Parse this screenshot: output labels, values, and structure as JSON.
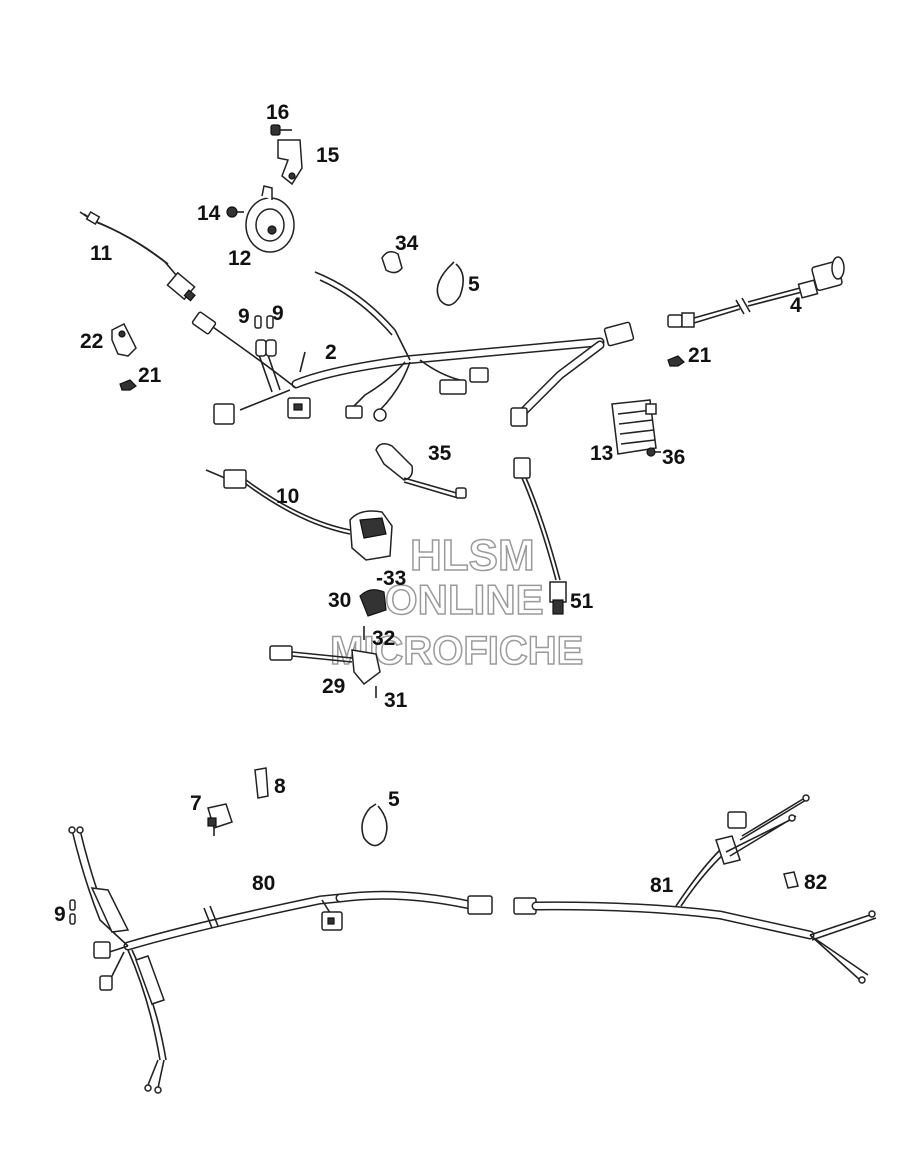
{
  "labels": {
    "p16": "16",
    "p15": "15",
    "p14": "14",
    "p12": "12",
    "p11": "11",
    "p34": "34",
    "p5a": "5",
    "p4": "4",
    "p22": "22",
    "p21a": "21",
    "p9a": "9",
    "p9b": "9",
    "p2": "2",
    "p21b": "21",
    "p13": "13",
    "p36": "36",
    "p35": "35",
    "p10": "10",
    "p33": "-33",
    "p30": "30",
    "p51": "51",
    "p32": "32",
    "p29": "29",
    "p31": "31",
    "p8": "8",
    "p7": "7",
    "p5b": "5",
    "p80": "80",
    "p81": "81",
    "p82": "82",
    "p9c": "9"
  },
  "watermark": {
    "line1": "HLSM",
    "line2": "ONLINE",
    "line3": "MICROFICHE"
  }
}
